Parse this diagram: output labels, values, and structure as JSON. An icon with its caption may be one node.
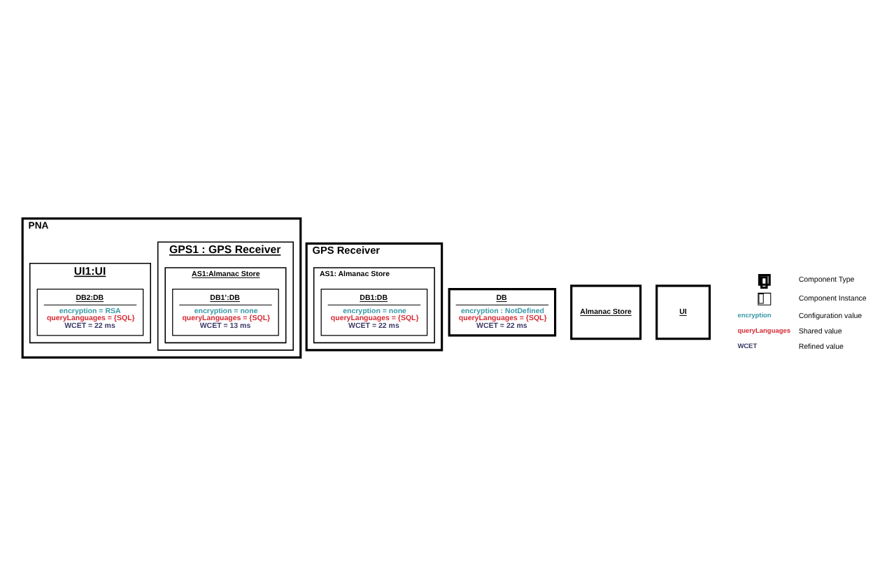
{
  "diagram": {
    "nodes": [
      {
        "text": [
          "PNA"
        ]
      },
      {
        "text": [
          "GPS1 : GPS Receiver"
        ],
        "in": 0
      },
      {
        "text": [
          "AS1:Almanac Store"
        ],
        "in": 1
      },
      {
        "text": [
          "DB1’:DB",
          "encryption = none",
          "queryLanguages = {SQL}",
          "WCET = 13 ms"
        ],
        "in": 2
      },
      {
        "text": [
          "UI1:UI"
        ],
        "in": 0
      },
      {
        "text": [
          "DB2:DB",
          "encryption = RSA",
          "queryLanguages = {SQL}",
          "WCET = 22 ms"
        ],
        "in": 4
      },
      {
        "text": [
          "GPS Receiver"
        ]
      },
      {
        "text": [
          "AS1: Almanac Store"
        ],
        "in": 6
      },
      {
        "text": [
          "DB1:DB",
          "encryption = none",
          "queryLanguages = {SQL}",
          "WCET = 22 ms"
        ],
        "in": 7
      },
      {
        "text": [
          "DB",
          "encryption : NotDefined",
          "queryLanguages = {SQL}",
          "WCET = 22 ms"
        ]
      },
      {
        "text": [
          "Almanac Store"
        ]
      },
      {
        "text": [
          "UI"
        ]
      }
    ],
    "edges": [],
    "labels": [
      "encryption",
      "queryLanguages",
      "WCET"
    ],
    "legend": [
      {
        "text": "Component Type"
      },
      {
        "text": "Component Instance"
      },
      {
        "text": "Configuration value"
      },
      {
        "text": "Shared value"
      },
      {
        "text": "Refined value"
      }
    ]
  }
}
